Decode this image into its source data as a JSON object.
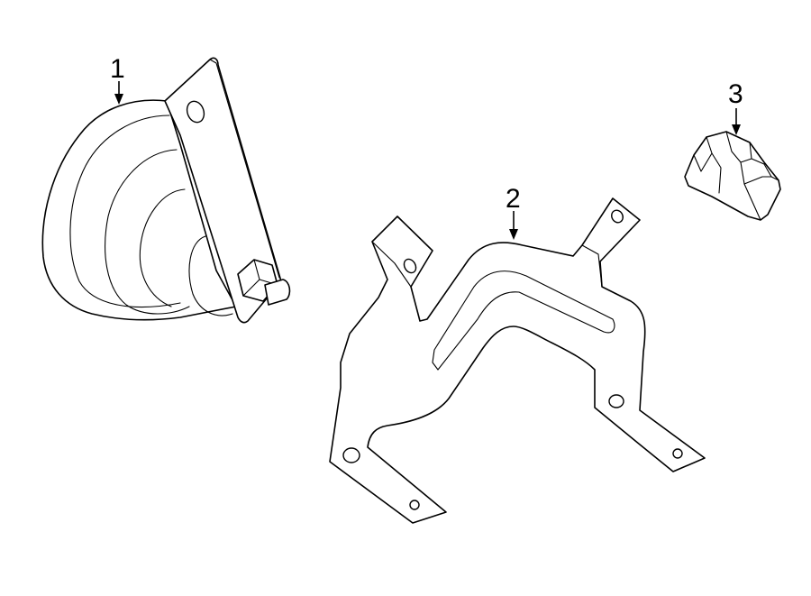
{
  "callouts": [
    {
      "number": "1",
      "part": "horn"
    },
    {
      "number": "2",
      "part": "bracket"
    },
    {
      "number": "3",
      "part": "connector"
    }
  ],
  "colors": {
    "line": "#000000",
    "background": "#ffffff"
  }
}
